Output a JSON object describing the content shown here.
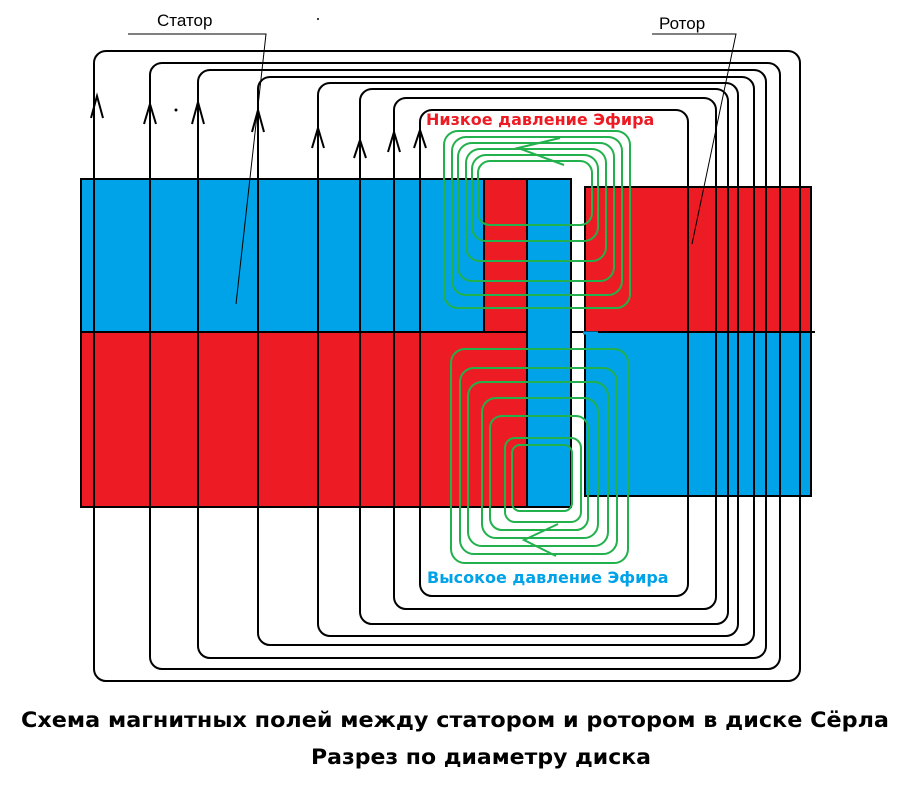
{
  "labels": {
    "stator": "Статор",
    "rotor": "Ротор",
    "low_pressure": "Низкое давление Эфира",
    "high_pressure": "Высокое давление Эфира"
  },
  "caption": {
    "line1": "Схема магнитных полей между статором и ротором в диске Сёрла",
    "line2": "Разрез по диаметру диска"
  },
  "colors": {
    "blue": "#00a2e8",
    "red": "#ed1c24",
    "green": "#22b14c",
    "line": "#000000"
  }
}
